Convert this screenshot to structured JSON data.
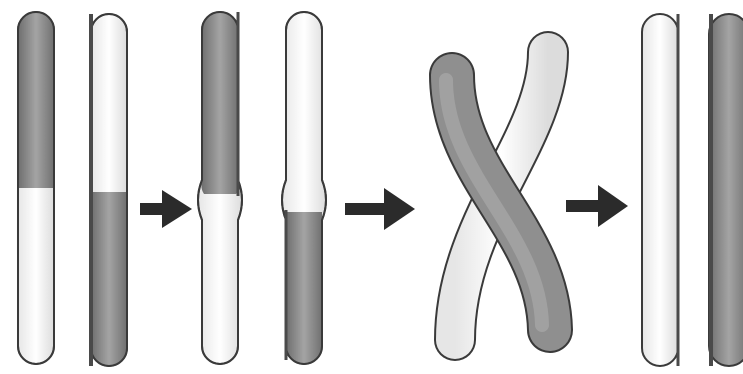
{
  "diagram": {
    "stages": [
      {
        "id": "original-pair",
        "chromosomes": [
          "chromosome-a",
          "chromosome-b"
        ]
      },
      {
        "id": "breakage",
        "chromosomes": [
          "chromosome-a",
          "chromosome-b"
        ]
      },
      {
        "id": "crossing",
        "chromosomes": [
          "chromosome-dark",
          "chromosome-light"
        ]
      },
      {
        "id": "recombined-pair",
        "chromosomes": [
          "chromosome-light",
          "chromosome-dark"
        ]
      }
    ],
    "arrows": [
      "arrow-1",
      "arrow-2",
      "arrow-3"
    ],
    "colors": {
      "dark_fill": "#8f8f8f",
      "dark_edge": "#4a4a4a",
      "light_fill": "#f6f6f6",
      "outline": "#3a3a3a",
      "arrow": "#2b2b2b",
      "background": "#ffffff"
    }
  }
}
